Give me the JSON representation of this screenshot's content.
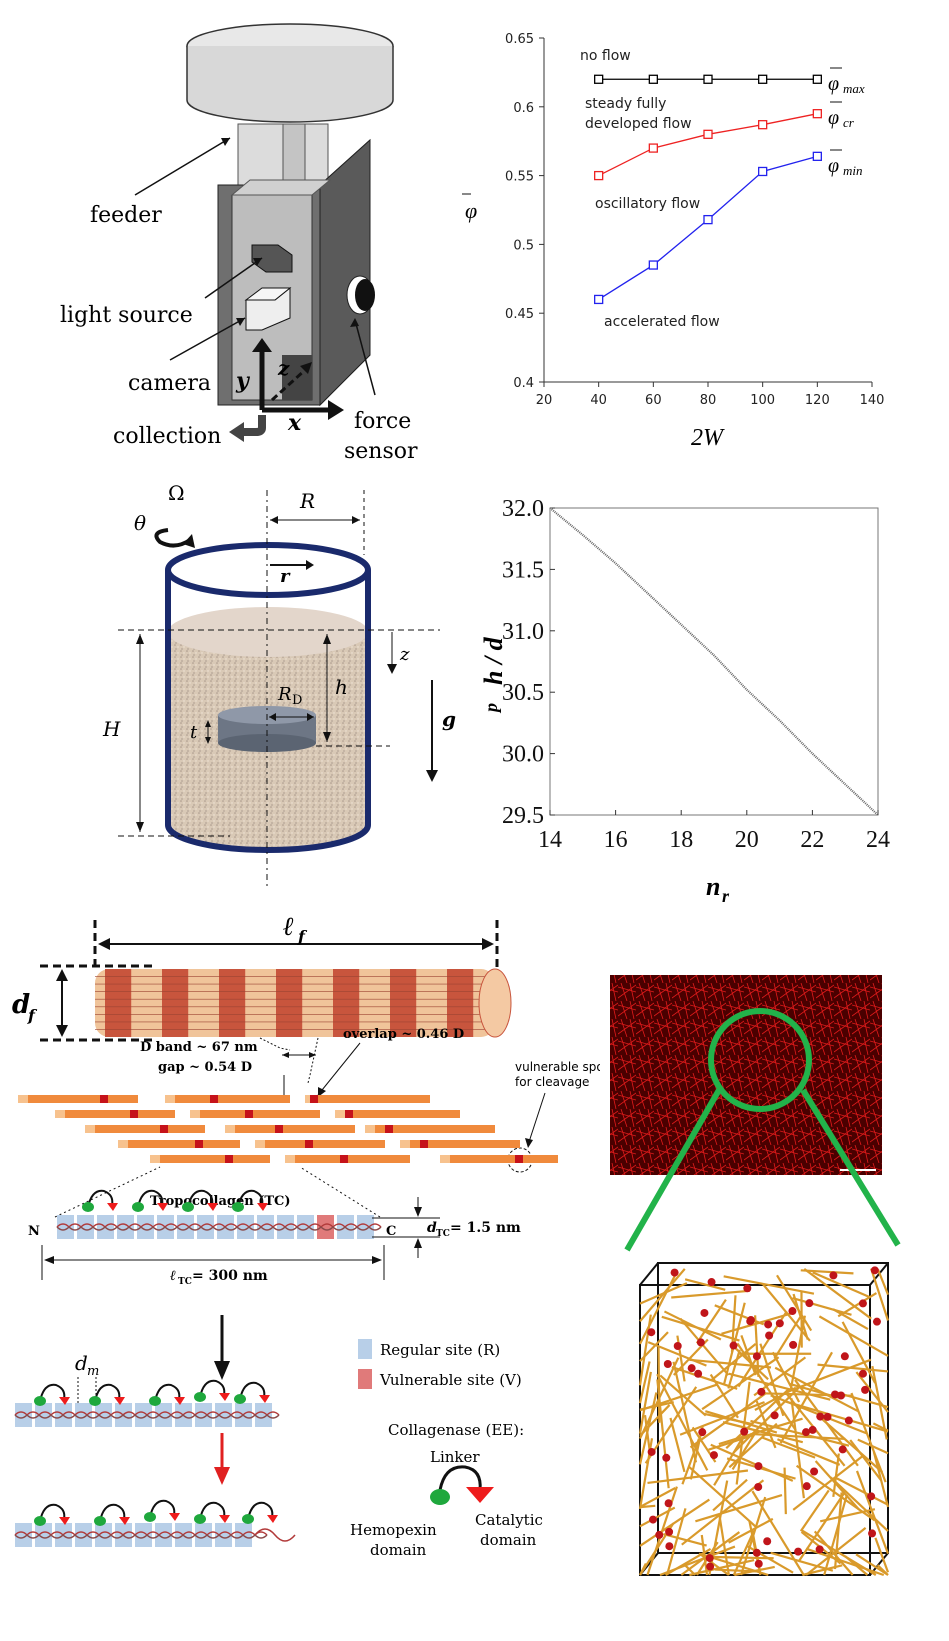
{
  "apparatus": {
    "labels": {
      "feeder": "feeder",
      "light_source": "light source",
      "camera": "camera",
      "collection": "collection",
      "force_sensor_1": "force",
      "force_sensor_2": "sensor",
      "axis_x": "x",
      "axis_y": "y",
      "axis_z": "z"
    }
  },
  "chart_phi": {
    "annotations": {
      "no_flow": "no flow",
      "steady_1": "steady fully",
      "steady_2": "developed flow",
      "oscillatory": "oscillatory flow",
      "accelerated": "accelerated flow"
    },
    "series_labels": {
      "max_sym": "φ",
      "max_sub": "max",
      "cr_sym": "φ",
      "cr_sub": "cr",
      "min_sym": "φ",
      "min_sub": "min"
    },
    "xlabel": "2W",
    "ylabel": "φ",
    "colors": {
      "max": "#000000",
      "cr": "#ee2222",
      "min": "#2222ee"
    }
  },
  "cylinder": {
    "labels": {
      "omega": "Ω",
      "theta": "θ",
      "R": "R",
      "r": "r",
      "z": "z",
      "H": "H",
      "h": "h",
      "RD_main": "R",
      "RD_sub": "D",
      "t": "t",
      "g": "g"
    }
  },
  "chart_h": {
    "xlabel_main": "n",
    "xlabel_sub": "r",
    "ylabel": "h / d",
    "ylabel_sub": "p"
  },
  "chart_data": [
    {
      "type": "line",
      "x": [
        40,
        60,
        80,
        100,
        120
      ],
      "series": [
        {
          "name": "φmax",
          "values": [
            0.62,
            0.62,
            0.62,
            0.62,
            0.62
          ]
        },
        {
          "name": "φcr",
          "values": [
            0.55,
            0.57,
            0.58,
            0.587,
            0.595
          ]
        },
        {
          "name": "φmin",
          "values": [
            0.46,
            0.485,
            0.518,
            0.553,
            0.564
          ]
        }
      ],
      "xlabel": "2W",
      "ylabel": "φ",
      "xlim": [
        20,
        140
      ],
      "ylim": [
        0.4,
        0.65
      ],
      "xticks": [
        "20",
        "40",
        "60",
        "80",
        "100",
        "120",
        "140"
      ],
      "yticks": [
        "0.4",
        "0.45",
        "0.5",
        "0.55",
        "0.6",
        "0.65"
      ]
    },
    {
      "type": "line",
      "x": [
        14,
        15,
        16,
        17,
        18,
        19,
        20,
        21,
        22,
        23,
        24
      ],
      "series": [
        {
          "values": [
            32.0,
            31.78,
            31.55,
            31.3,
            31.05,
            30.8,
            30.52,
            30.27,
            30.0,
            29.75,
            29.5
          ]
        }
      ],
      "xlabel": "n_r",
      "ylabel": "h / d_p",
      "xlim": [
        14,
        24
      ],
      "ylim": [
        29.5,
        32.0
      ],
      "xticks": [
        "14",
        "16",
        "18",
        "20",
        "22",
        "24"
      ],
      "yticks": [
        "29.5",
        "30.0",
        "30.5",
        "31.0",
        "31.5",
        "32.0"
      ]
    }
  ],
  "collagen": {
    "labels": {
      "lf_main": "ℓ",
      "lf_sub": "f",
      "df_main": "d",
      "df_sub": "f",
      "dband": "D band ~ 67 nm",
      "overlap": "overlap ~ 0.46 D",
      "gap": "gap ~ 0.54 D",
      "vuln_1": "vulnerable spot",
      "vuln_2": "for cleavage",
      "tc_title": "Tropocollagen (TC)",
      "N": "N",
      "C": "C",
      "dtc": "d",
      "dtc_sub": "TC",
      "dtc_val": " = 1.5 nm",
      "ltc": "ℓ",
      "ltc_sub": "TC",
      "ltc_val": " =  300 nm",
      "dm_main": "d",
      "dm_sub": "m",
      "regular_site": "Regular site (R)",
      "vulnerable_site": "Vulnerable site (V)",
      "collagenase": "Collagenase (EE):",
      "linker": "Linker",
      "hemopexin_1": "Hemopexin",
      "hemopexin_2": "domain",
      "catalytic_1": "Catalytic",
      "catalytic_2": "domain"
    },
    "colors": {
      "regular": "#b8cfe8",
      "vulnerable": "#e07a7a",
      "fiber_dark": "#c8553d",
      "fiber_light": "#f0c49a"
    }
  },
  "network": {
    "colors": {
      "circle": "#22b34a",
      "fiber": "#d99a2b",
      "bead": "#c0151a"
    }
  }
}
